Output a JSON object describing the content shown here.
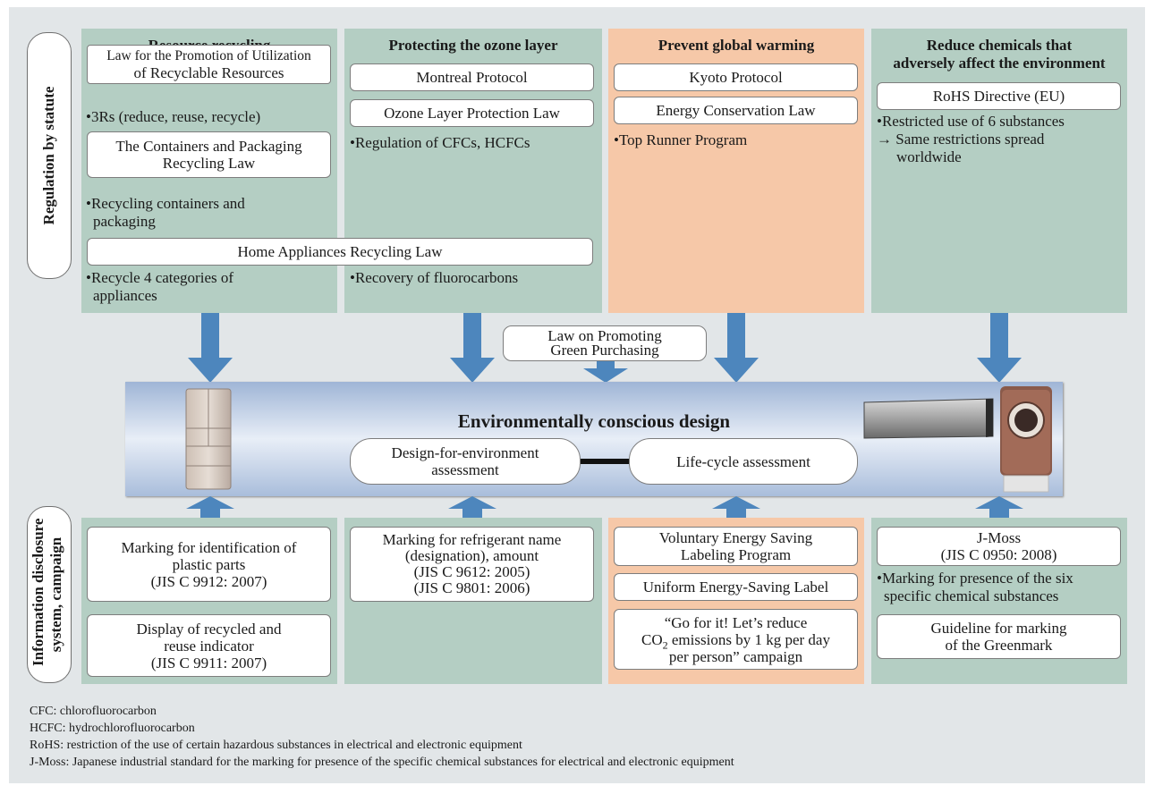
{
  "side_labels": {
    "regulation": "Regulation by statute",
    "info_line1": "Information disclosure",
    "info_line2": "system, campaign"
  },
  "columns": {
    "resource": {
      "title": "Resource recycling",
      "law1_line1": "Law for the Promotion of Utilization",
      "law1_line2": "of Recyclable Resources",
      "bullet1": "3Rs (reduce, reuse, recycle)",
      "law2_line1": "The Containers and Packaging",
      "law2_line2": "Recycling Law",
      "bullet2_line1": "Recycling containers and",
      "bullet2_line2": "packaging",
      "bullet3_line1": "Recycle 4 categories of",
      "bullet3_line2": "appliances"
    },
    "ozone": {
      "title": "Protecting the ozone layer",
      "law1": "Montreal Protocol",
      "law2": "Ozone Layer Protection Law",
      "bullet1": "Regulation of CFCs, HCFCs",
      "bullet2": "Recovery of fluorocarbons"
    },
    "warming": {
      "title": "Prevent global warming",
      "law1": "Kyoto Protocol",
      "law2": "Energy Conservation Law",
      "bullet1": "Top Runner Program"
    },
    "chemicals": {
      "title_line1": "Reduce chemicals that",
      "title_line2": "adversely affect the environment",
      "law1": "RoHS Directive (EU)",
      "bullet1": "Restricted use of 6 substances",
      "bullet2_line1": "→ Same restrictions spread",
      "bullet2_line2": "worldwide"
    }
  },
  "home_appliances_law": "Home Appliances Recycling Law",
  "green_purchasing": {
    "line1": "Law on Promoting",
    "line2": "Green Purchasing"
  },
  "center": {
    "title": "Environmentally conscious design",
    "dfe_line1": "Design-for-environment",
    "dfe_line2": "assessment",
    "lca": "Life-cycle assessment"
  },
  "bottom": {
    "plastic": {
      "line1": "Marking for identification of",
      "line2": "plastic parts",
      "line3": "(JIS C 9912: 2007)"
    },
    "recycled": {
      "line1": "Display of recycled and",
      "line2": "reuse indicator",
      "line3": "(JIS C 9911: 2007)"
    },
    "refrigerant": {
      "line1": "Marking for refrigerant name",
      "line2": "(designation), amount",
      "line3": "(JIS C 9612: 2005)",
      "line4": "(JIS C 9801: 2006)"
    },
    "voluntary": {
      "line1": "Voluntary Energy Saving",
      "line2": "Labeling Program"
    },
    "uniform": "Uniform Energy-Saving Label",
    "campaign": {
      "line1": "“Go for it! Let’s reduce",
      "line2a": "CO",
      "line2sub": "2",
      "line2b": " emissions by 1 kg per day",
      "line3": "per person” campaign"
    },
    "jmoss": {
      "line1": "J-Moss",
      "line2": "(JIS C 0950: 2008)"
    },
    "jmoss_bullet_line1": "Marking for presence of the six",
    "jmoss_bullet_line2": "specific chemical substances",
    "greenmark": {
      "line1": "Guideline for marking",
      "line2": "of the Greenmark"
    }
  },
  "notes": [
    "CFC: chlorofluorocarbon",
    "HCFC: hydrochlorofluorocarbon",
    "RoHS: restriction of the use of certain hazardous substances in electrical and electronic equipment",
    "J-Moss: Japanese industrial standard for the marking for presence of the specific chemical substances for electrical and electronic equipment"
  ],
  "colors": {
    "green_panel": "#b4cec3",
    "salmon_panel": "#f6c8a8",
    "arrow_blue": "#4d86bd",
    "background": "#e2e6e8"
  },
  "icons": [
    "refrigerator-image",
    "air-conditioner-image",
    "washing-machine-image"
  ]
}
